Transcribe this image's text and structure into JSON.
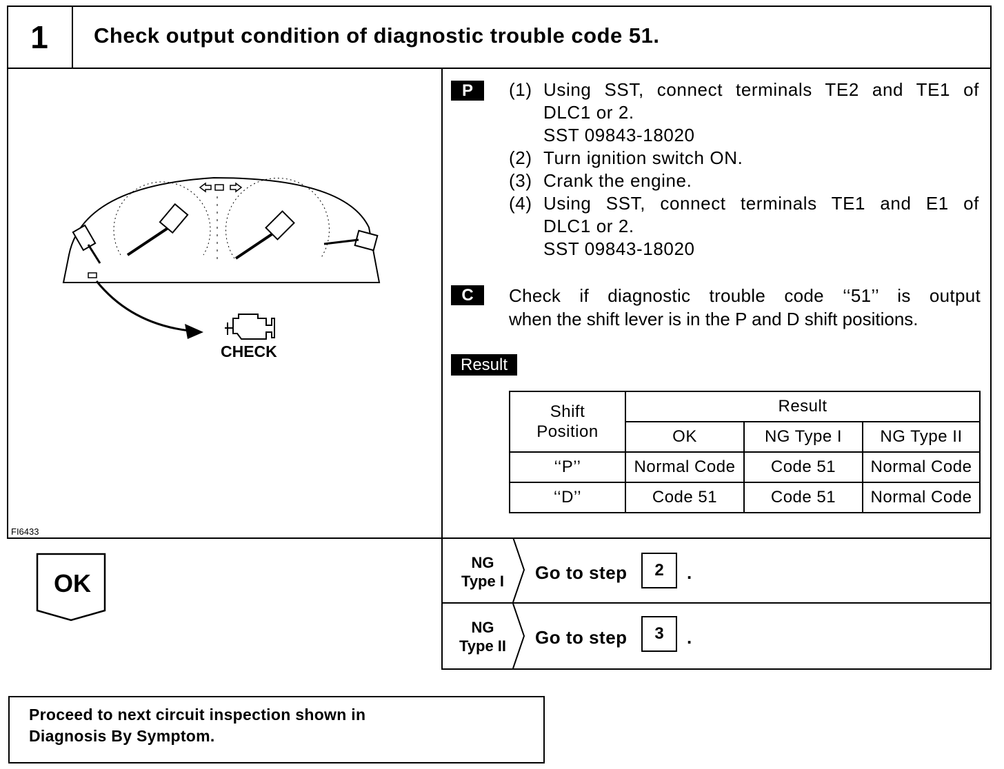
{
  "header": {
    "step_number": "1",
    "title": "Check output condition of diagnostic trouble code 51."
  },
  "figure": {
    "code": "FI6433",
    "check_label": "CHECK"
  },
  "procedure": {
    "tag": "P",
    "steps": [
      {
        "num": "(1)",
        "lines": [
          "Using SST, connect terminals TE2 and TE1 of",
          "DLC1 or 2.",
          "SST 09843-18020"
        ]
      },
      {
        "num": "(2)",
        "lines": [
          "Turn ignition switch ON."
        ]
      },
      {
        "num": "(3)",
        "lines": [
          "Crank the engine."
        ]
      },
      {
        "num": "(4)",
        "lines": [
          "Using SST, connect terminals TE1 and E1 of",
          "DLC1 or 2.",
          "SST 09843-18020"
        ]
      }
    ]
  },
  "check": {
    "tag": "C",
    "line1": "Check if diagnostic trouble code ‘‘51’’ is output",
    "line2": "when the shift lever is in the P and D shift positions."
  },
  "result": {
    "tag": "Result",
    "table": {
      "col_shift": "Shift",
      "col_position": "Position",
      "col_result": "Result",
      "sub_headers": [
        "OK",
        "NG Type I",
        "NG Type II"
      ],
      "rows": [
        {
          "position": "‘‘P’’",
          "ok": "Normal Code",
          "ng1": "Code 51",
          "ng2": "Normal Code"
        },
        {
          "position": "‘‘D’’",
          "ok": "Code 51",
          "ng1": "Code 51",
          "ng2": "Normal Code"
        }
      ]
    }
  },
  "ok_branch": {
    "label": "OK"
  },
  "ng_branches": [
    {
      "line1": "NG",
      "line2": "Type I",
      "goto": "Go to step",
      "step": "2",
      "dot": "."
    },
    {
      "line1": "NG",
      "line2": "Type II",
      "goto": "Go to step",
      "step": "3",
      "dot": "."
    }
  ],
  "proceed": {
    "line1": "Proceed to next circuit inspection shown in",
    "line2": "Diagnosis By Symptom."
  }
}
